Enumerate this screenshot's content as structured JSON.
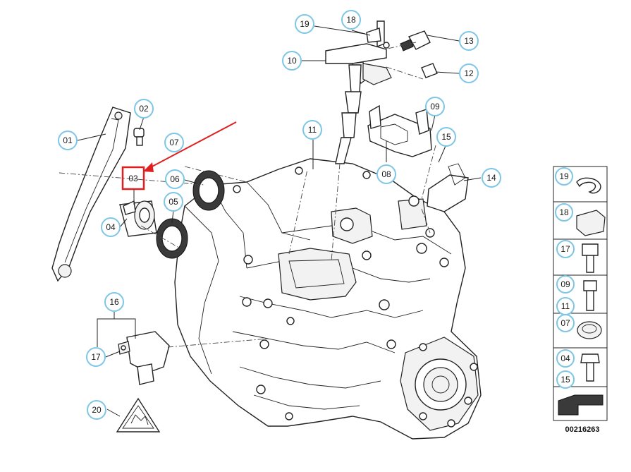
{
  "diagram": {
    "callouts": {
      "c01": "01",
      "c02": "02",
      "c03": "03",
      "c04": "04",
      "c05": "05",
      "c06": "06",
      "c07": "07",
      "c08": "08",
      "c09": "09",
      "c10": "10",
      "c11": "11",
      "c12": "12",
      "c13": "13",
      "c14": "14",
      "c15": "15",
      "c16": "16",
      "c17": "17",
      "c18": "18",
      "c19": "19",
      "c20": "20"
    },
    "legend": {
      "items": [
        "19",
        "18",
        "17",
        "09",
        "11",
        "07",
        "04",
        "15"
      ]
    },
    "reference_number": "00216263",
    "highlight_color": "#e02020",
    "bubble_color": "#7fc6e6"
  }
}
